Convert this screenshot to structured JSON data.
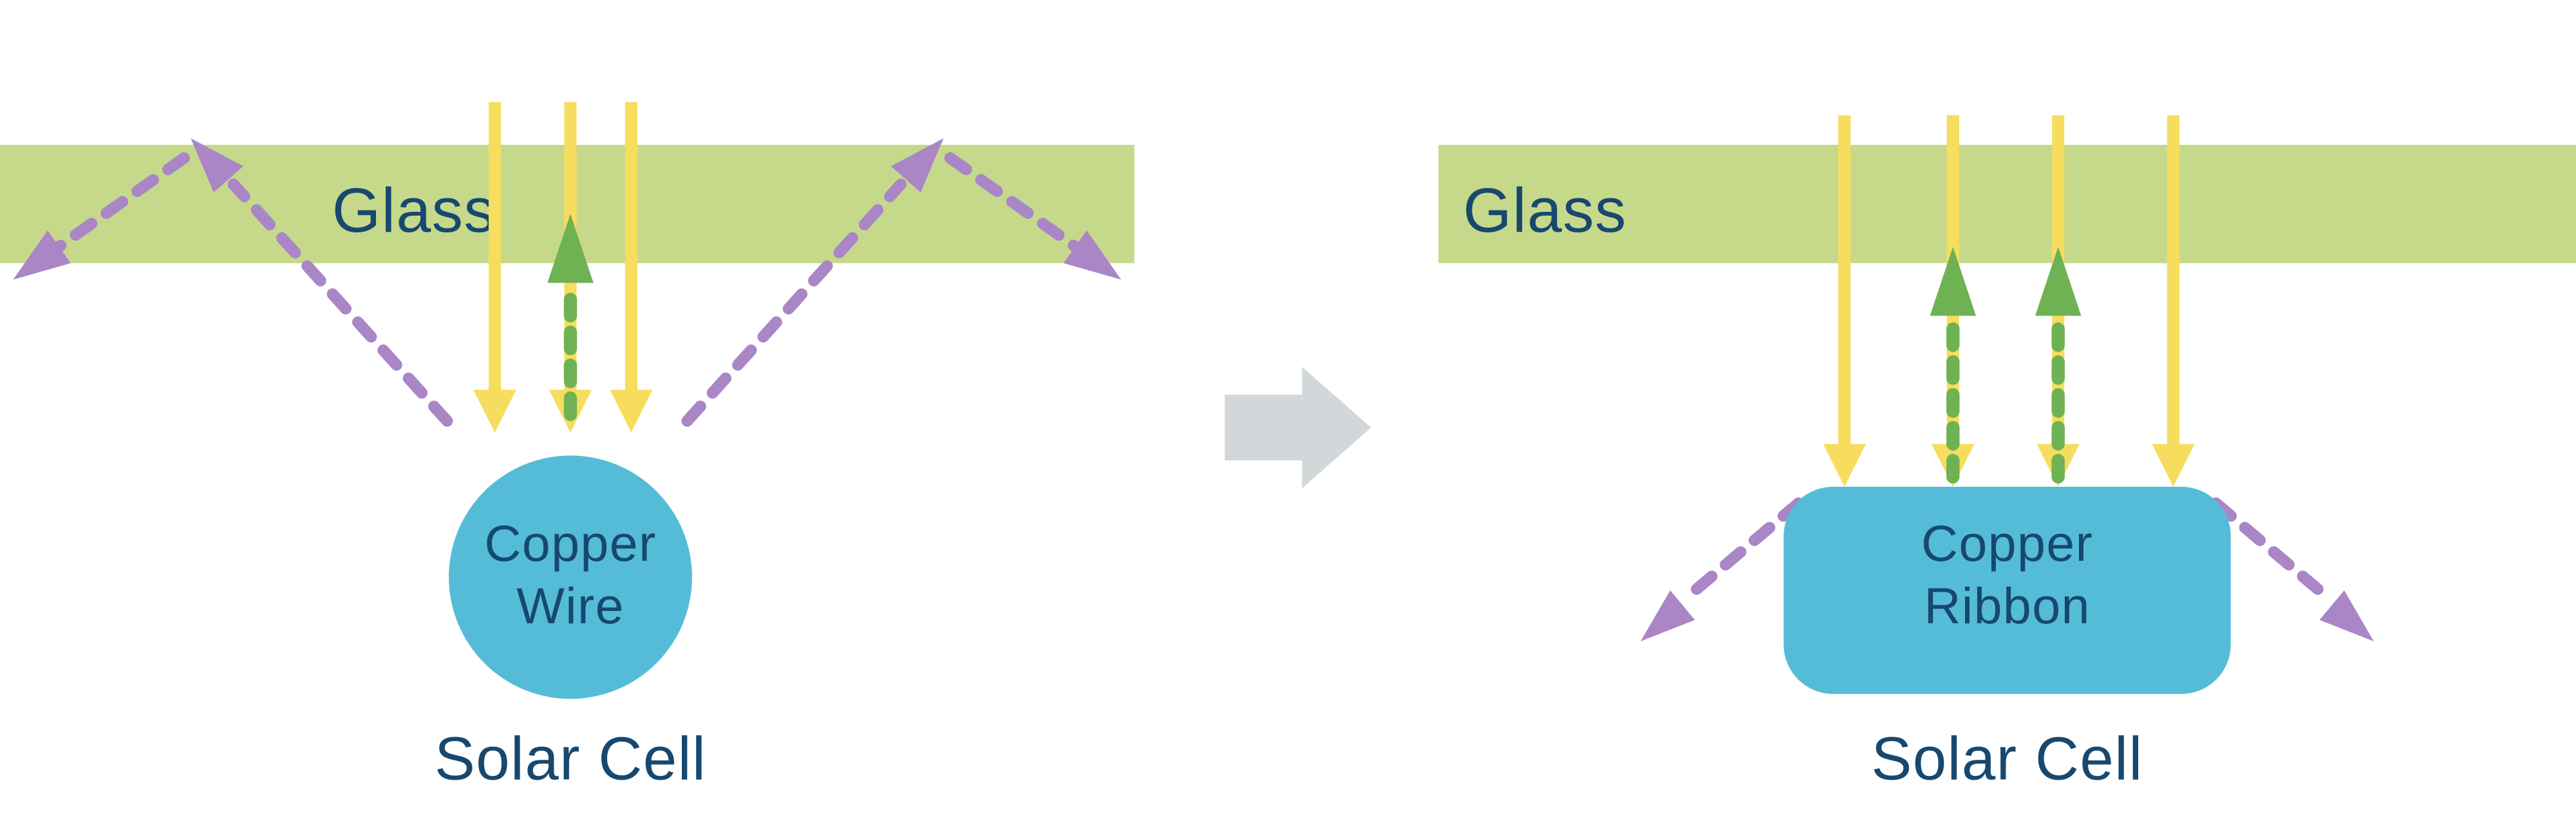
{
  "diagram": {
    "left_panel": {
      "glass_label": "Glass",
      "component_line1": "Copper",
      "component_line2": "Wire",
      "cell_label": "Solar Cell"
    },
    "right_panel": {
      "glass_label": "Glass",
      "component_line1": "Copper",
      "component_line2": "Ribbon",
      "cell_label": "Solar Cell"
    }
  },
  "colors": {
    "glass_green": "#c6d98a",
    "copper_blue": "#55bcd7",
    "sunlight_yellow": "#f6dd5e",
    "reflected_green": "#6fb254",
    "scattered_purple": "#aa86c6",
    "transform_gray": "#d2d8da",
    "label_navy": "#17486f",
    "background": "#ffffff"
  }
}
